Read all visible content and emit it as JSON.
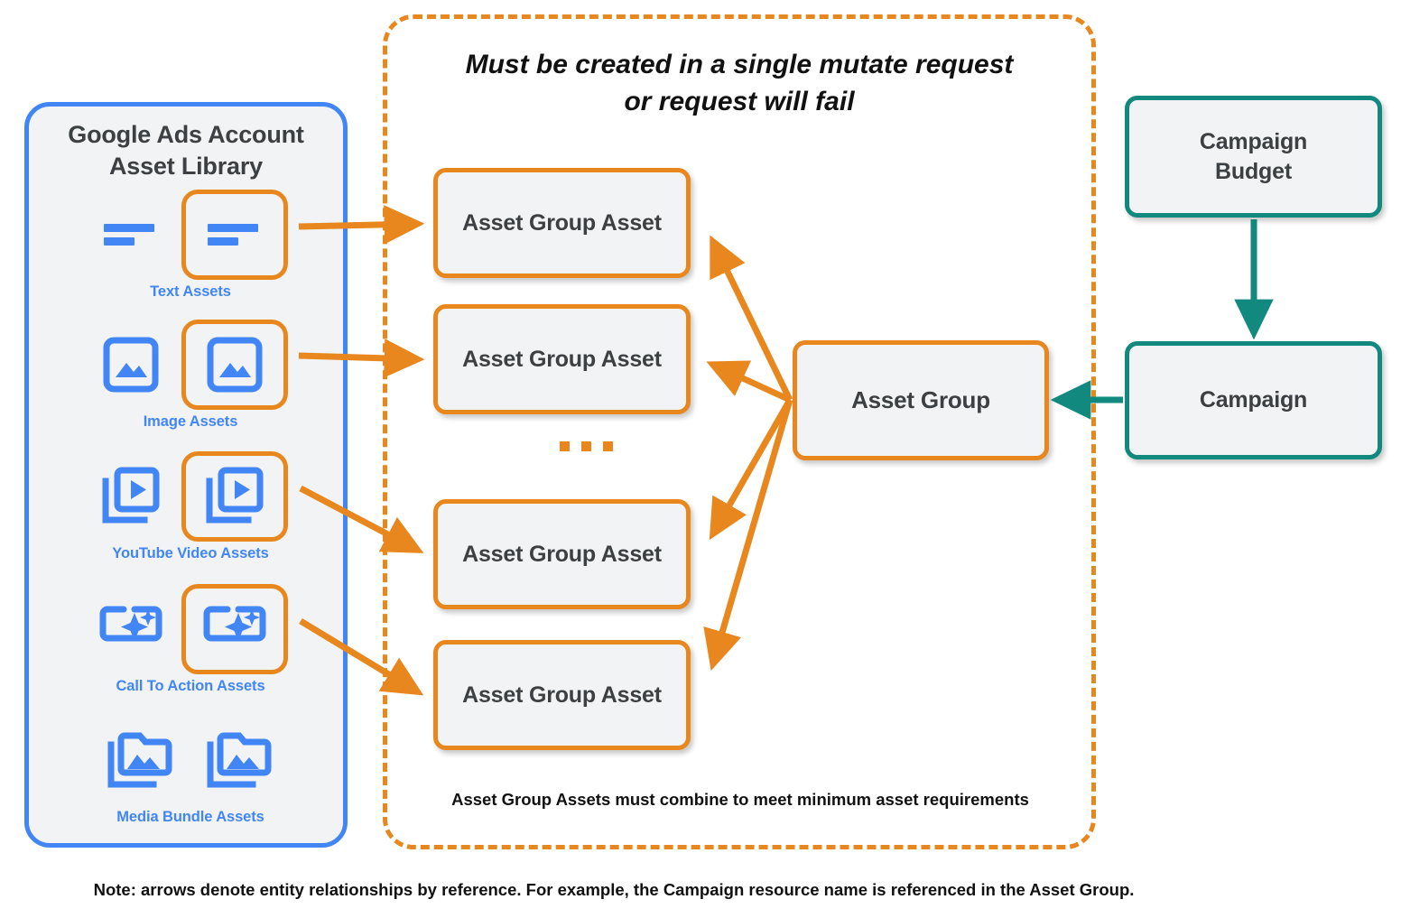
{
  "library": {
    "title_line1": "Google Ads Account",
    "title_line2": "Asset Library",
    "accent_blue": "#4285F4",
    "fill": "#F1F3F4",
    "assets": [
      {
        "caption": "Text Assets",
        "icon": "text-asset-icon"
      },
      {
        "caption": "Image Assets",
        "icon": "image-asset-icon"
      },
      {
        "caption": "YouTube Video  Assets",
        "icon": "youtube-video-asset-icon"
      },
      {
        "caption": "Call To Action Assets",
        "icon": "call-to-action-asset-icon"
      },
      {
        "caption": "Media Bundle  Assets",
        "icon": "media-bundle-asset-icon"
      }
    ]
  },
  "mutate": {
    "heading_line1": "Must be created in a single mutate request",
    "heading_line2": "or request will fail",
    "footnote": "Asset Group Assets must combine to meet minimum asset requirements",
    "accent_orange": "#E8871E",
    "asset_group_assets": [
      {
        "label": "Asset Group Asset"
      },
      {
        "label": "Asset Group Asset"
      },
      {
        "label": "Asset Group Asset"
      },
      {
        "label": "Asset Group Asset"
      }
    ],
    "ellipsis": "..."
  },
  "asset_group": {
    "label": "Asset Group"
  },
  "campaign_side": {
    "accent_teal": "#12897E",
    "budget_label_line1": "Campaign",
    "budget_label_line2": "Budget",
    "campaign_label": "Campaign"
  },
  "footer": {
    "note": "Note: arrows denote entity relationships by reference. For example, the Campaign resource name is referenced in the Asset Group."
  }
}
